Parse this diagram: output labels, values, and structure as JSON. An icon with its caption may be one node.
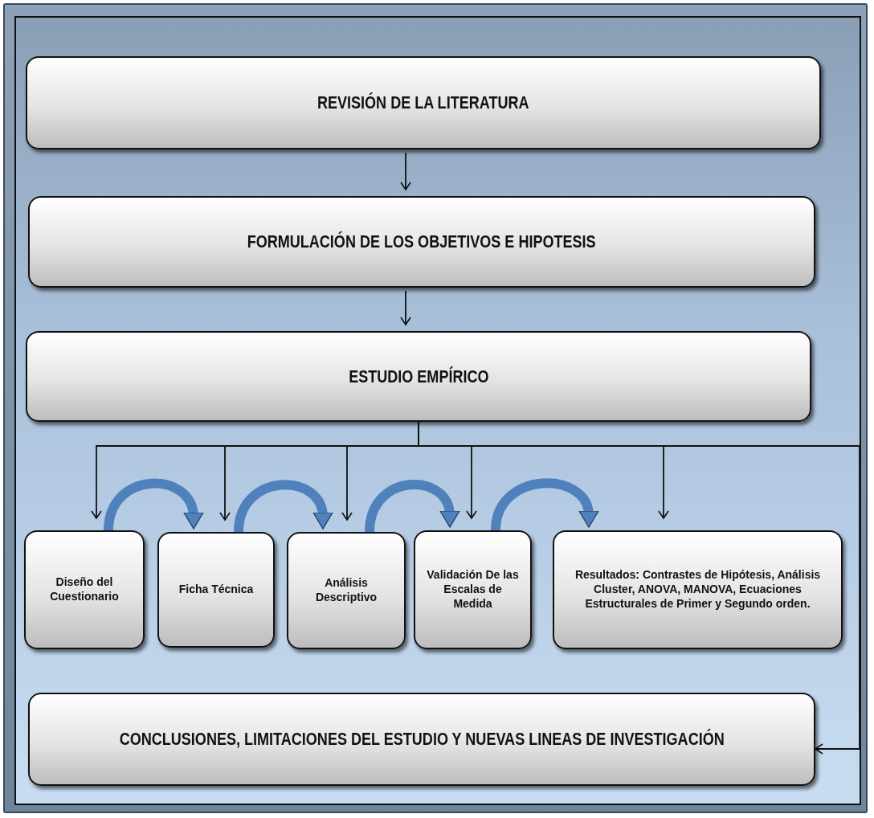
{
  "diagram": {
    "nodes": [
      {
        "text": [
          "REVISIÓN DE LA LITERATURA"
        ]
      },
      {
        "text": [
          "FORMULACIÓN DE LOS OBJETIVOS E HIPOTESIS"
        ]
      },
      {
        "text": [
          "ESTUDIO EMPÍRICO"
        ]
      },
      {
        "text": [
          "Diseño del Cuestionario"
        ]
      },
      {
        "text": [
          "Ficha Técnica"
        ]
      },
      {
        "text": [
          "Análisis Descriptivo"
        ]
      },
      {
        "text": [
          "Validación De las Escalas de Medida"
        ]
      },
      {
        "text": [
          "Resultados: Contrastes de Hipótesis, Análisis Cluster, ANOVA, MANOVA, Ecuaciones Estructurales de Primer y Segundo orden."
        ]
      },
      {
        "text": [
          "CONCLUSIONES, LIMITACIONES DEL ESTUDIO Y NUEVAS LINEAS DE INVESTIGACIÓN"
        ]
      }
    ],
    "edges": [
      {
        "from": 0,
        "to": 1,
        "arrow": "to"
      },
      {
        "from": 1,
        "to": 2,
        "arrow": "to"
      },
      {
        "from": 2,
        "to": 3,
        "arrow": "to"
      },
      {
        "from": 2,
        "to": 4,
        "arrow": "to"
      },
      {
        "from": 2,
        "to": 5,
        "arrow": "to"
      },
      {
        "from": 2,
        "to": 6,
        "arrow": "to"
      },
      {
        "from": 2,
        "to": 7,
        "arrow": "to"
      },
      {
        "from": 2,
        "to": 8,
        "arrow": "to"
      },
      {
        "from": 3,
        "to": 4,
        "arrow": "to",
        "style": "thick",
        "color": "#4f81bd"
      },
      {
        "from": 4,
        "to": 5,
        "arrow": "to",
        "style": "thick",
        "color": "#4f81bd"
      },
      {
        "from": 5,
        "to": 6,
        "arrow": "to",
        "style": "thick",
        "color": "#4f81bd"
      },
      {
        "from": 6,
        "to": 7,
        "arrow": "to",
        "style": "thick",
        "color": "#4f81bd"
      }
    ]
  }
}
